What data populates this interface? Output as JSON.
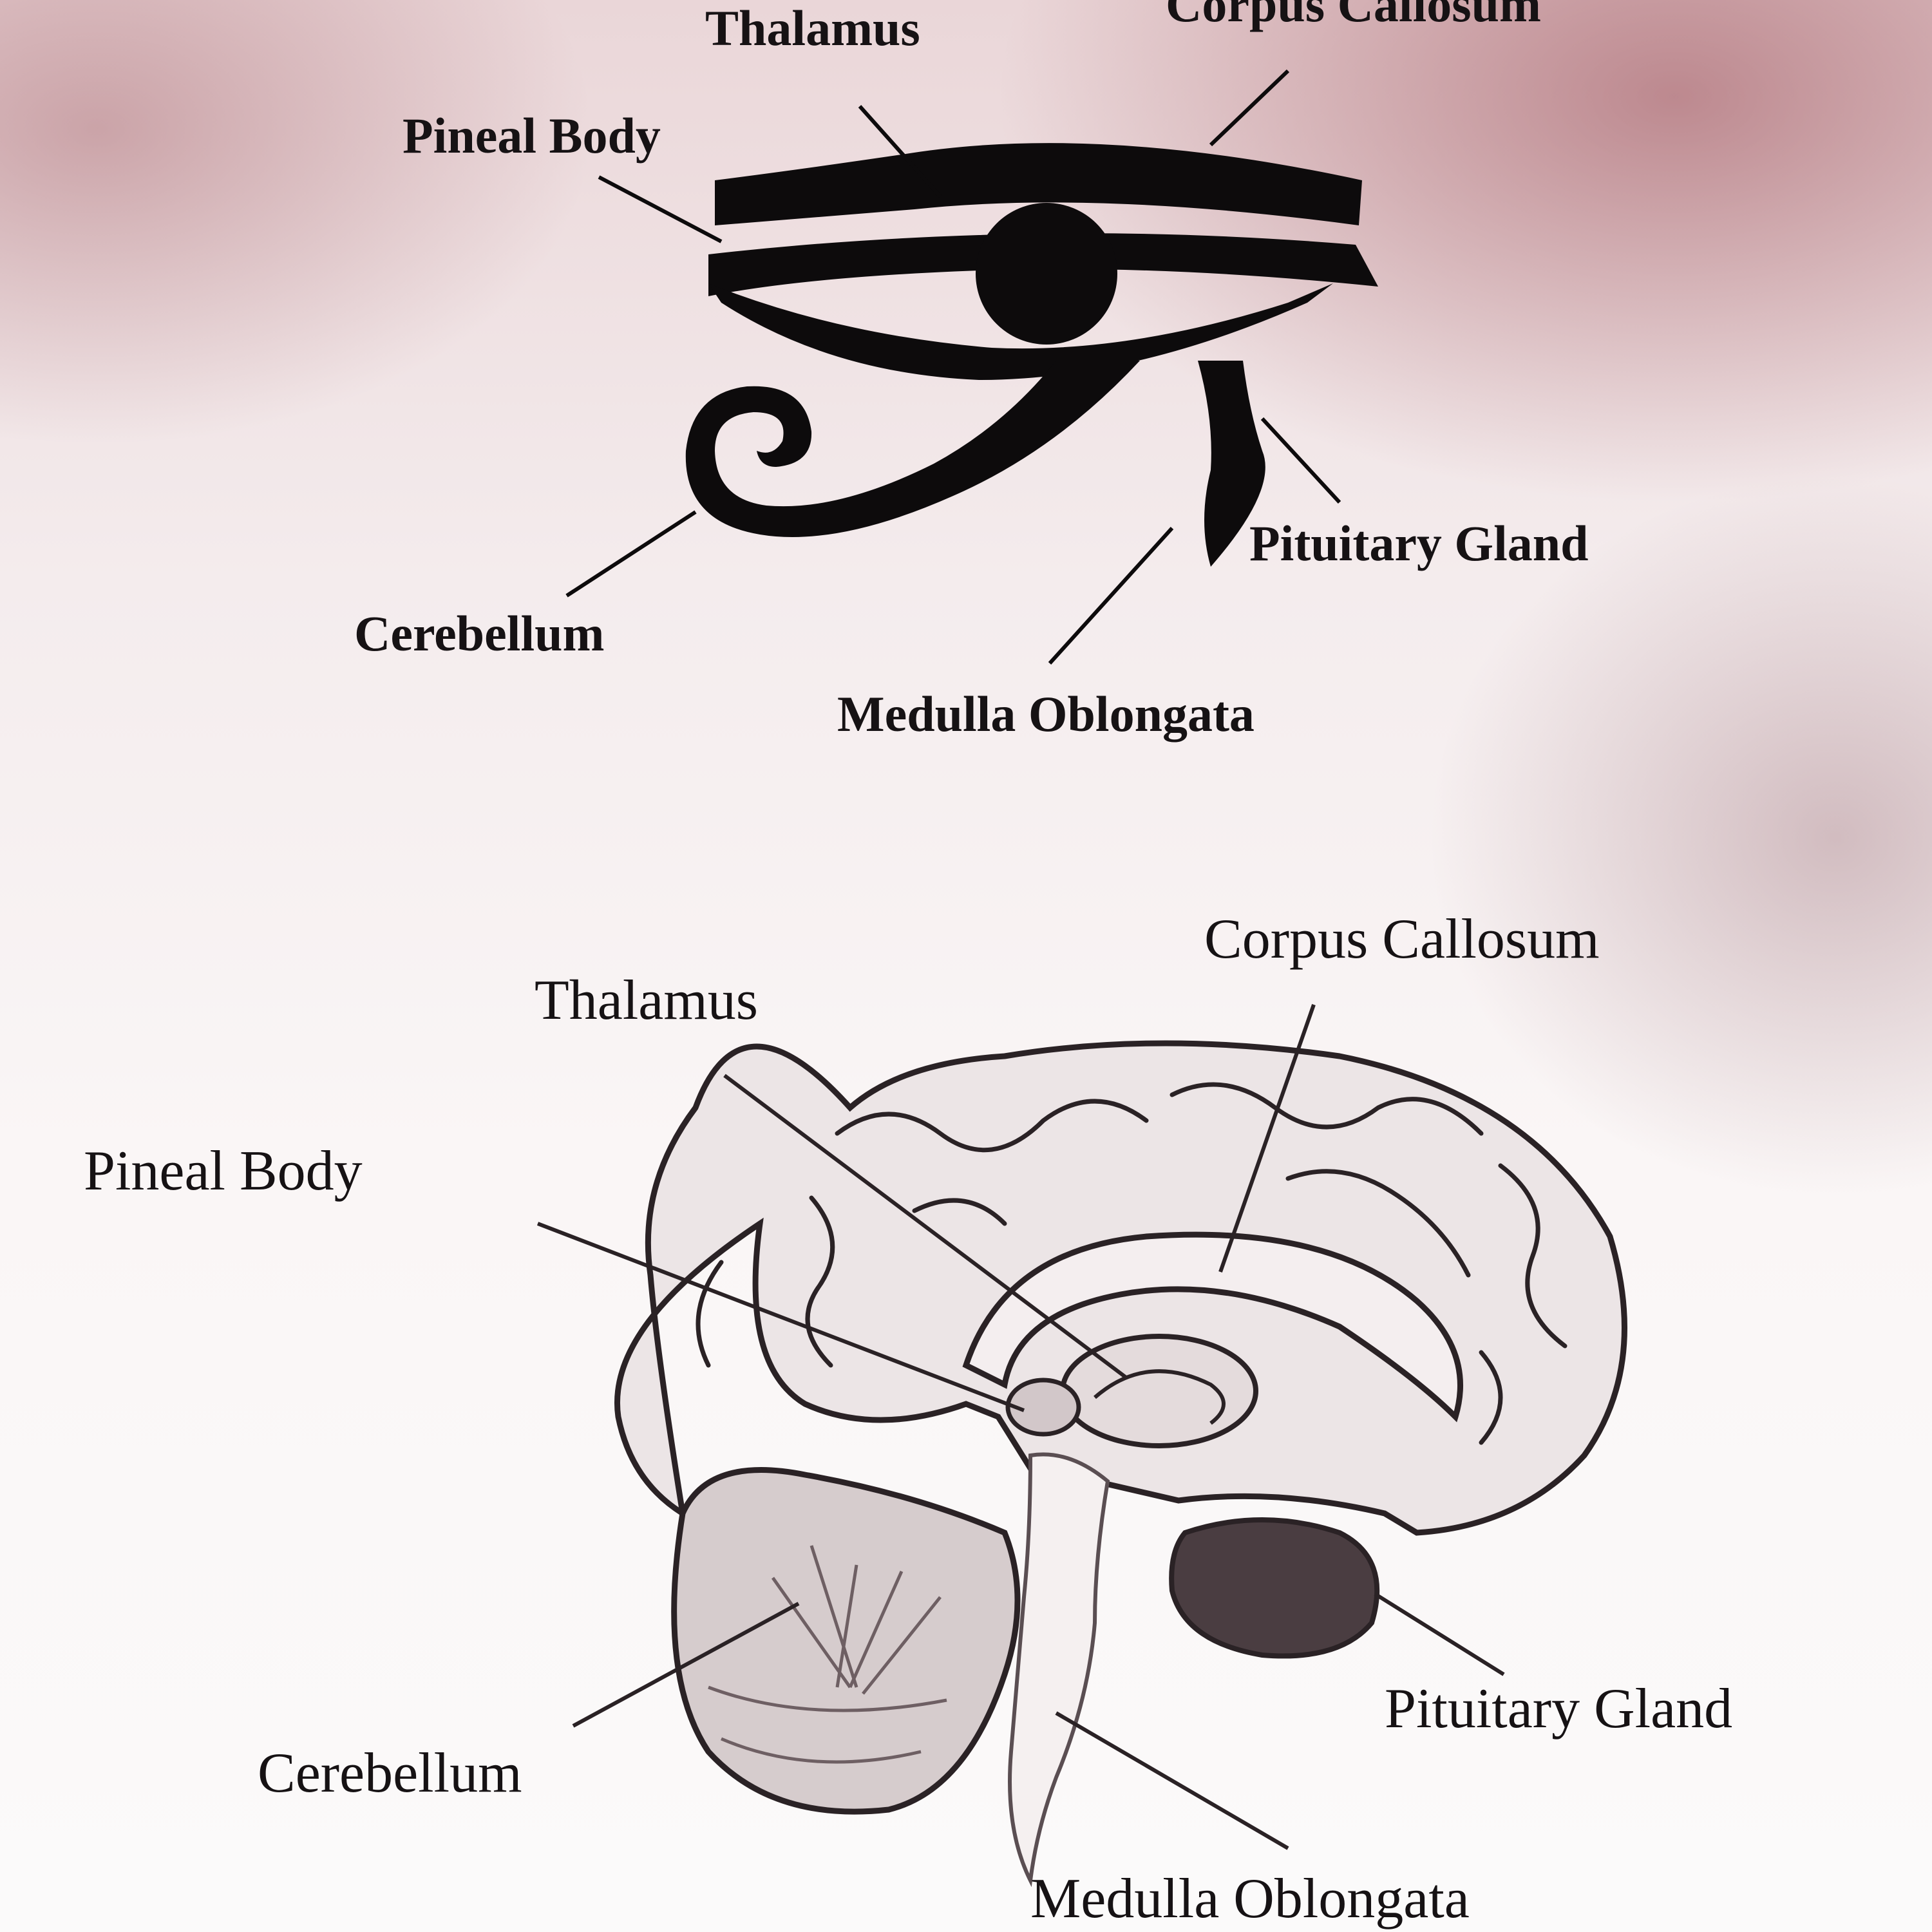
{
  "eye_diagram": {
    "labels": {
      "thalamus": "Thalamus",
      "corpus_callosum": "Corpus Callosum",
      "pineal_body": "Pineal Body",
      "pituitary_gland": "Pituitary Gland",
      "cerebellum": "Cerebellum",
      "medulla_oblongata": "Medulla Oblongata"
    },
    "colors": {
      "ink": "#0d0b0c"
    }
  },
  "brain_diagram": {
    "labels": {
      "corpus_callosum": "Corpus Callosum",
      "thalamus": "Thalamus",
      "pineal_body": "Pineal Body",
      "pituitary_gland": "Pituitary Gland",
      "cerebellum": "Cerebellum",
      "medulla_oblongata": "Medulla Oblongata"
    },
    "colors": {
      "ink": "#2a2225",
      "shade": "#8c7f83"
    }
  }
}
